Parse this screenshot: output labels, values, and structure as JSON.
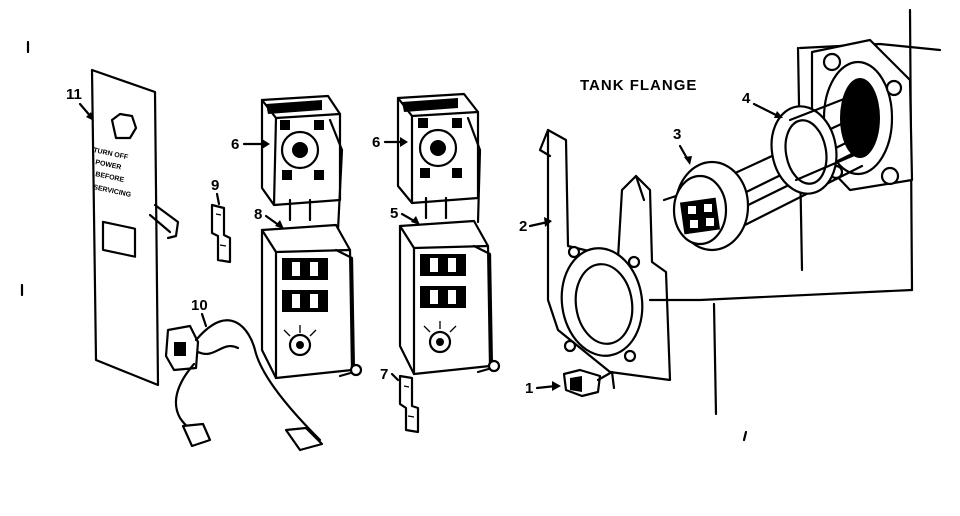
{
  "diagram": {
    "title": "TANK FLANGE",
    "parts": [
      {
        "id": "part-1",
        "label": "1"
      },
      {
        "id": "part-2",
        "label": "2"
      },
      {
        "id": "part-3",
        "label": "3"
      },
      {
        "id": "part-4",
        "label": "4"
      },
      {
        "id": "part-5",
        "label": "5"
      },
      {
        "id": "part-6a",
        "label": "6"
      },
      {
        "id": "part-6b",
        "label": "6"
      },
      {
        "id": "part-7",
        "label": "7"
      },
      {
        "id": "part-8",
        "label": "8"
      },
      {
        "id": "part-9",
        "label": "9"
      },
      {
        "id": "part-10",
        "label": "10"
      },
      {
        "id": "part-11",
        "label": "11"
      }
    ],
    "cover_text": [
      "TURN OFF",
      "POWER",
      "BEFORE",
      "SERVICING"
    ]
  }
}
